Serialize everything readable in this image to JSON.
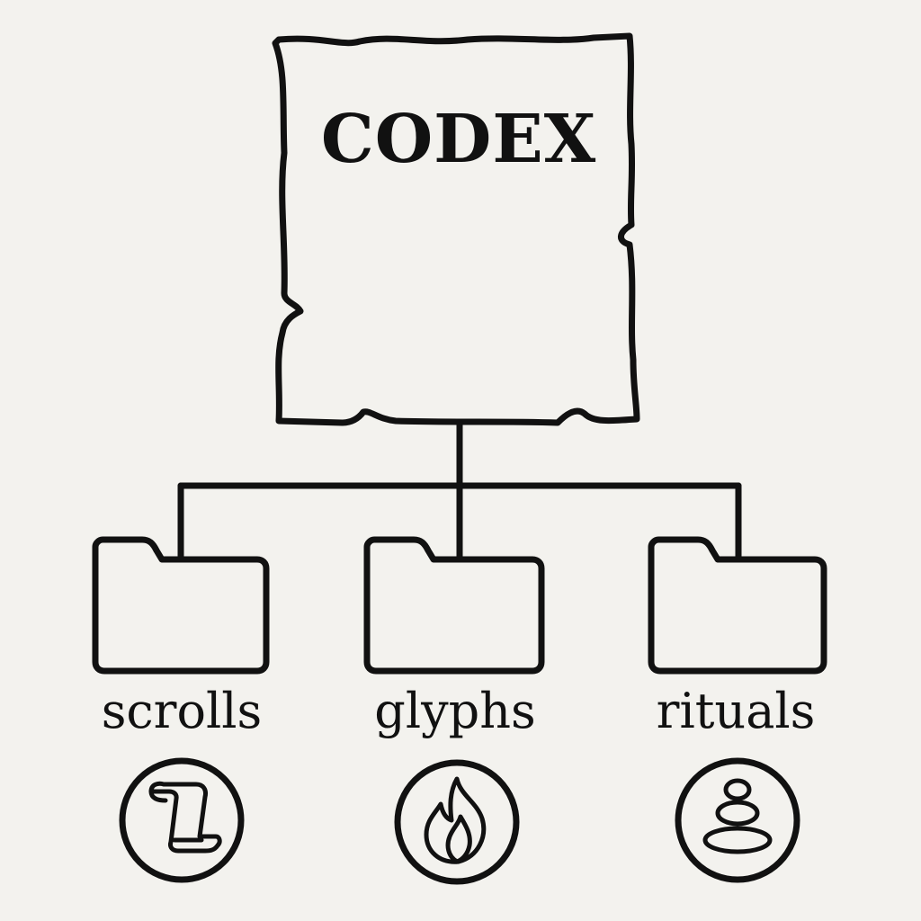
{
  "root": {
    "title": "CODEX",
    "shape": "parchment-page"
  },
  "children": [
    {
      "label": "scrolls",
      "folder_icon": "folder-icon",
      "badge_icon": "scroll-icon"
    },
    {
      "label": "glyphs",
      "folder_icon": "folder-icon",
      "badge_icon": "flame-icon"
    },
    {
      "label": "rituals",
      "folder_icon": "folder-icon",
      "badge_icon": "stacked-stones-icon"
    }
  ],
  "colors": {
    "background": "#f3f2ee",
    "ink": "#111111"
  }
}
